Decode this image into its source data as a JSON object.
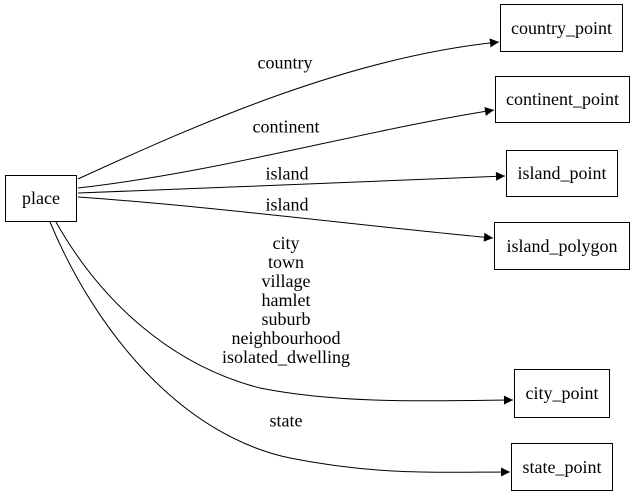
{
  "diagram": {
    "type": "directed-graph",
    "colors": {
      "background": "#ffffff",
      "node_border": "#000000",
      "edge_line": "#000000",
      "text": "#000000"
    },
    "nodes": [
      {
        "id": "place",
        "label": "place"
      },
      {
        "id": "country_point",
        "label": "country_point"
      },
      {
        "id": "continent_point",
        "label": "continent_point"
      },
      {
        "id": "island_point",
        "label": "island_point"
      },
      {
        "id": "island_polygon",
        "label": "island_polygon"
      },
      {
        "id": "city_point",
        "label": "city_point"
      },
      {
        "id": "state_point",
        "label": "state_point"
      }
    ],
    "edges": [
      {
        "from": "place",
        "to": "country_point",
        "label": "country"
      },
      {
        "from": "place",
        "to": "continent_point",
        "label": "continent"
      },
      {
        "from": "place",
        "to": "island_point",
        "label": "island"
      },
      {
        "from": "place",
        "to": "island_polygon",
        "label": "island"
      },
      {
        "from": "place",
        "to": "city_point",
        "label": "city\ntown\nvillage\nhamlet\nsuburb\nneighbourhood\nisolated_dwelling"
      },
      {
        "from": "place",
        "to": "state_point",
        "label": "state"
      }
    ]
  }
}
